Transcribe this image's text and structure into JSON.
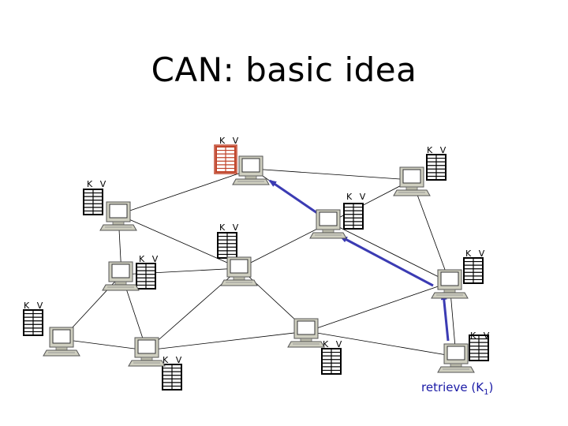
{
  "title": "CAN: basic idea",
  "kv_label": "K V",
  "caption": {
    "text": "retrieve (K",
    "subscript": "1",
    "close": ")"
  },
  "colors": {
    "highlight": "#c0442a",
    "arrow": "#3b3bb3",
    "caption": "#1a1aa6",
    "computer_body": "#cfcfc0",
    "computer_screen": "#ffffff",
    "table_line": "#000000"
  },
  "icons": [
    "computer-icon",
    "kv-table-icon"
  ],
  "nodes": [
    {
      "id": "n1",
      "highlighted": true
    },
    {
      "id": "n2",
      "highlighted": false
    },
    {
      "id": "n3",
      "highlighted": false
    },
    {
      "id": "n4",
      "highlighted": false
    },
    {
      "id": "n5",
      "highlighted": false
    },
    {
      "id": "n6",
      "highlighted": false
    },
    {
      "id": "n7",
      "highlighted": false
    },
    {
      "id": "n8",
      "highlighted": false
    },
    {
      "id": "n9",
      "highlighted": false
    },
    {
      "id": "n10",
      "highlighted": false
    },
    {
      "id": "n11",
      "highlighted": false
    }
  ],
  "links": [
    [
      "n1",
      "n2"
    ],
    [
      "n1",
      "n3"
    ],
    [
      "n1",
      "n4"
    ],
    [
      "n2",
      "n4"
    ],
    [
      "n2",
      "n8"
    ],
    [
      "n3",
      "n5"
    ],
    [
      "n3",
      "n6"
    ],
    [
      "n5",
      "n6"
    ],
    [
      "n5",
      "n9"
    ],
    [
      "n5",
      "n10"
    ],
    [
      "n4",
      "n5"
    ],
    [
      "n4",
      "n8"
    ],
    [
      "n6",
      "n7"
    ],
    [
      "n6",
      "n10"
    ],
    [
      "n7",
      "n10"
    ],
    [
      "n9",
      "n10"
    ],
    [
      "n9",
      "n8"
    ],
    [
      "n9",
      "n11"
    ],
    [
      "n8",
      "n11"
    ]
  ],
  "route": [
    "n11",
    "n8",
    "n4",
    "n1"
  ]
}
